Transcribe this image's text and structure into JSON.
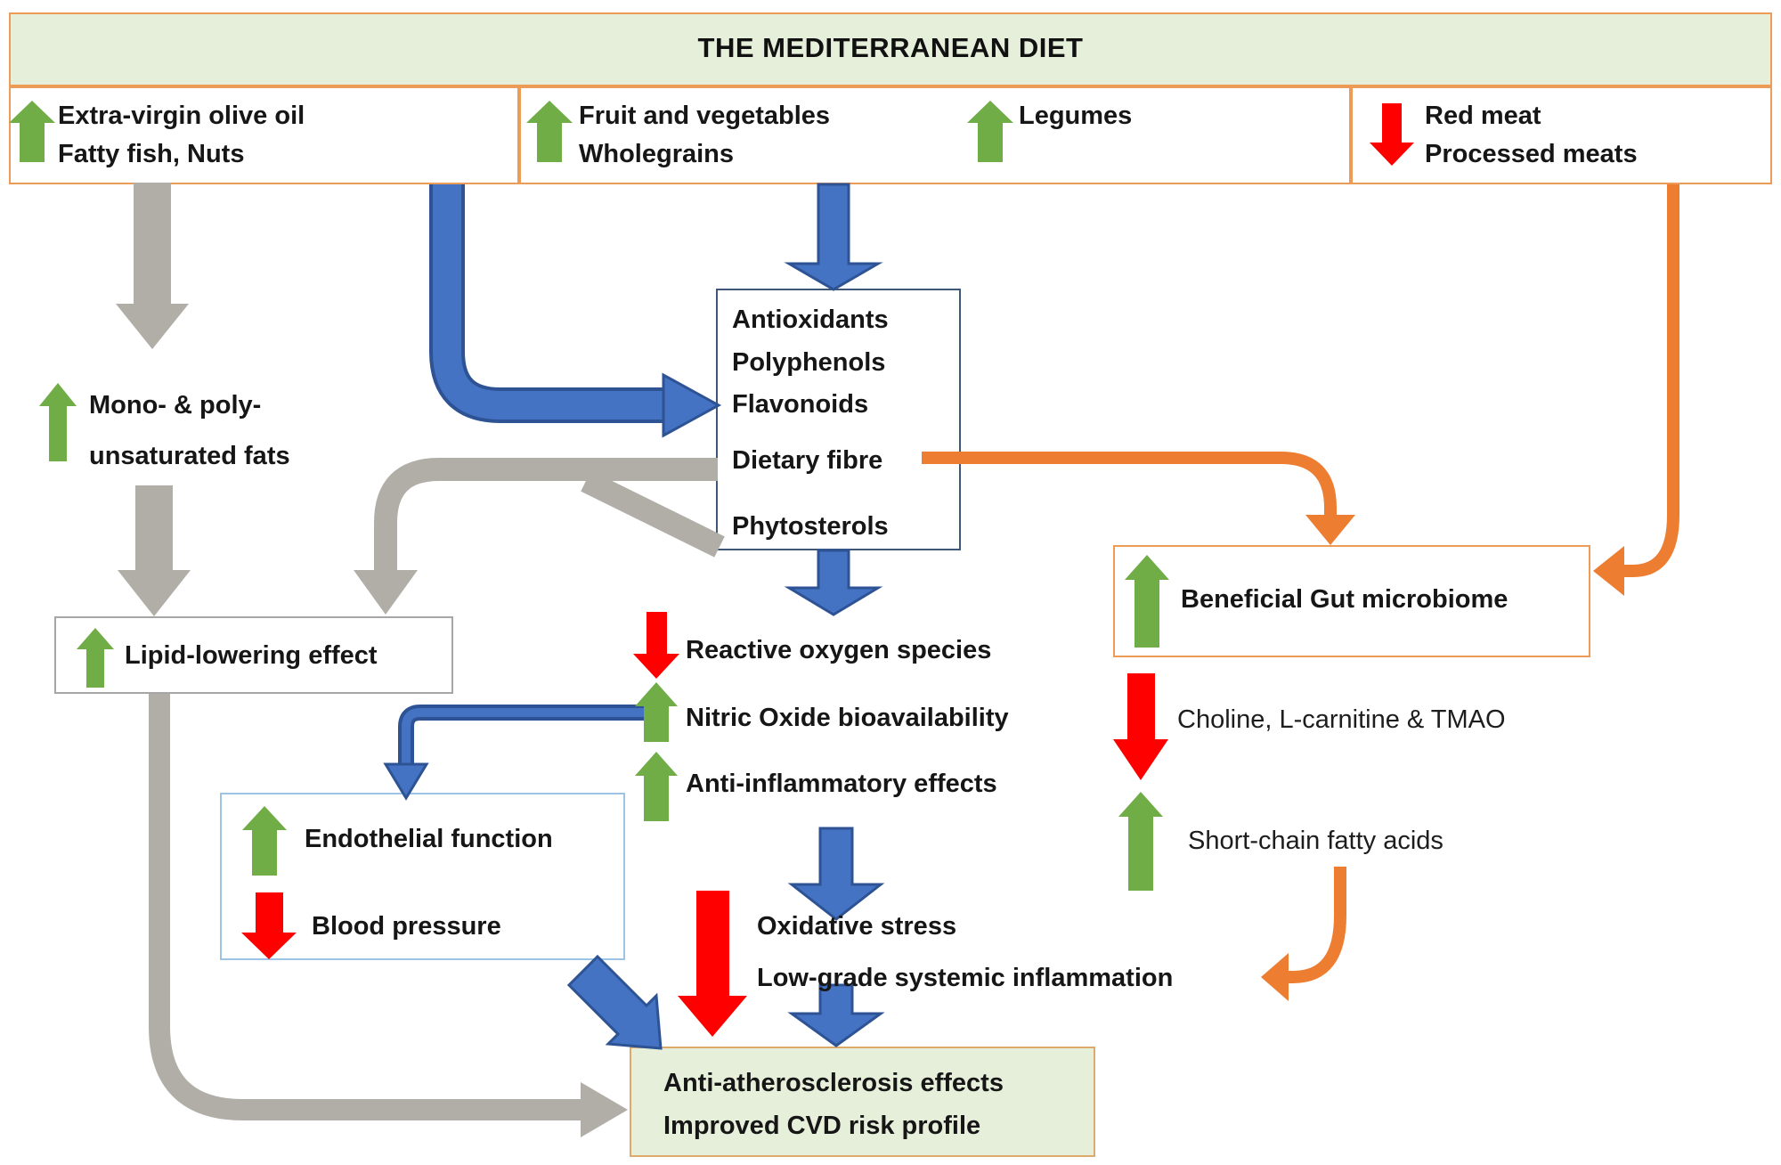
{
  "palette": {
    "green_arrow": "#70ad47",
    "red_arrow": "#fe0000",
    "blue_arrow": "#4573c4",
    "blue_arrow_edge": "#2e5395",
    "gray_arrow": "#b1ada7",
    "orange_arrow": "#ed7d31",
    "box_tint": "#e6efda",
    "orange_border": "#ec9c56",
    "outcome_border": "#dcaa6a",
    "antiox_border": "#3f5877",
    "endo_border": "#9dc3e6",
    "gray_border": "#a6a6a6"
  },
  "title": "THE MEDITERRANEAN DIET",
  "food_groups": {
    "oils": {
      "line1": "Extra-virgin olive oil",
      "line2": "Fatty fish, Nuts",
      "trend": "increase"
    },
    "plants": {
      "line1": "Fruit and vegetables",
      "line2": "Wholegrains",
      "trend": "increase"
    },
    "legumes": {
      "line1": "Legumes",
      "trend": "increase"
    },
    "meats": {
      "line1": "Red meat",
      "line2": "Processed meats",
      "trend": "decrease"
    }
  },
  "nodes": {
    "fats": {
      "line1": "Mono- & poly-",
      "line2": "unsaturated fats",
      "trend": "increase"
    },
    "lipid_lowering": {
      "label": "Lipid-lowering effect",
      "trend": "increase"
    },
    "bioactives": {
      "line1": "Antioxidants",
      "line2": "Polyphenols",
      "line3": "Flavonoids",
      "line4": "Dietary fibre",
      "line5": "Phytosterols"
    },
    "gut_microbiome": {
      "label": "Beneficial Gut microbiome",
      "trend": "increase"
    },
    "choline_tmao": {
      "label": "Choline, L-carnitine & TMAO",
      "trend": "decrease"
    },
    "scfa": {
      "label": "Short-chain fatty acids",
      "trend": "increase"
    },
    "ros": {
      "label": "Reactive oxygen species",
      "trend": "decrease"
    },
    "nitric_oxide": {
      "label": "Nitric Oxide bioavailability",
      "trend": "increase"
    },
    "anti_inflammatory": {
      "label": "Anti-inflammatory effects",
      "trend": "increase"
    },
    "endothelial": {
      "label": "Endothelial function",
      "trend": "increase"
    },
    "blood_pressure": {
      "label": "Blood pressure",
      "trend": "decrease"
    },
    "oxidative_stress": {
      "line1": "Oxidative stress",
      "line2": "Low-grade systemic inflammation",
      "trend": "decrease"
    },
    "outcome": {
      "line1": "Anti-atherosclerosis effects",
      "line2": "Improved CVD risk profile"
    }
  }
}
